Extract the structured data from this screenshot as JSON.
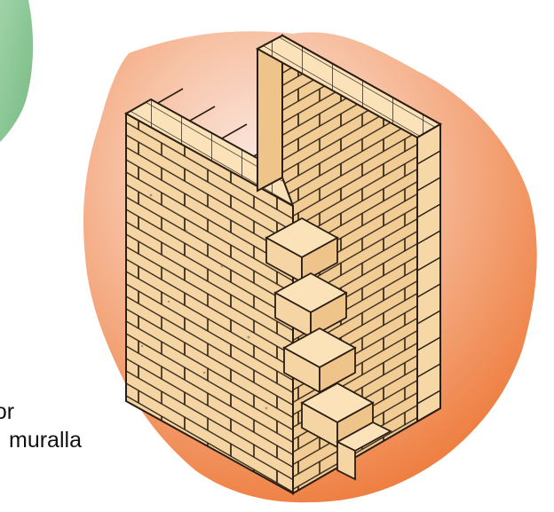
{
  "caption": {
    "line1": "rior",
    "line2": "muralla"
  },
  "colors": {
    "brick_fill": "#f6d7a6",
    "brick_top": "#fbe4bd",
    "brick_side": "#efc48a",
    "mortar": "#2a1e12",
    "blob_center": "#fbe6dc",
    "blob_edge": "#ee7a3a",
    "green_blob": "#7cc08a"
  },
  "icons": {
    "wall": "brick-wall-illustration",
    "backdrop": "orange-blob",
    "left_backdrop": "green-blob"
  }
}
